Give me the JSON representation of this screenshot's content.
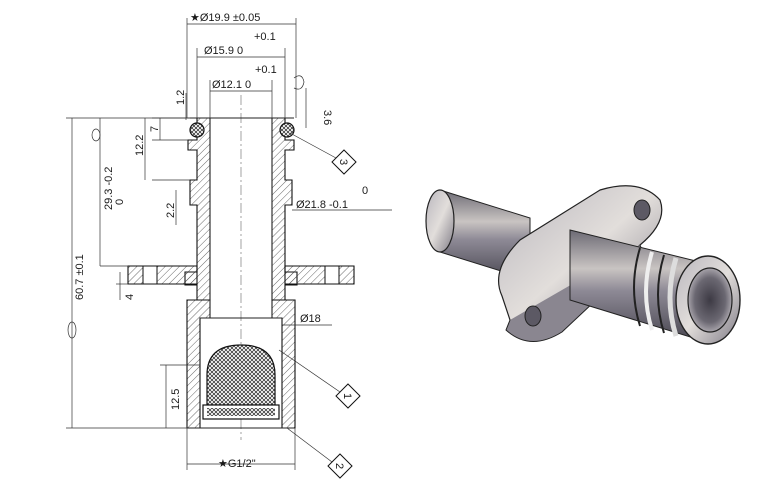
{
  "drawing": {
    "dims": {
      "d199": "★Ø19.9  ±0.05",
      "d159_tol_upper": "+0.1",
      "d159_main": "Ø15.9    0",
      "d121_tol_upper": "+0.1",
      "d121_main": "Ø12.1    0",
      "d12": "1.2",
      "d36": "3.6",
      "d7": "7",
      "d122": "12.2",
      "d293": "29.3  -0.2",
      "d293_zero": "0",
      "d22": "2.2",
      "d607": "60.7  ±0.1",
      "d4": "4",
      "d218_zero": "0",
      "d218": "Ø21.8  -0.1",
      "d18": "Ø18",
      "d125": "12.5",
      "thread": "★G1/2\""
    },
    "balloons": {
      "b1": "1",
      "b2": "2",
      "b3": "3"
    }
  }
}
